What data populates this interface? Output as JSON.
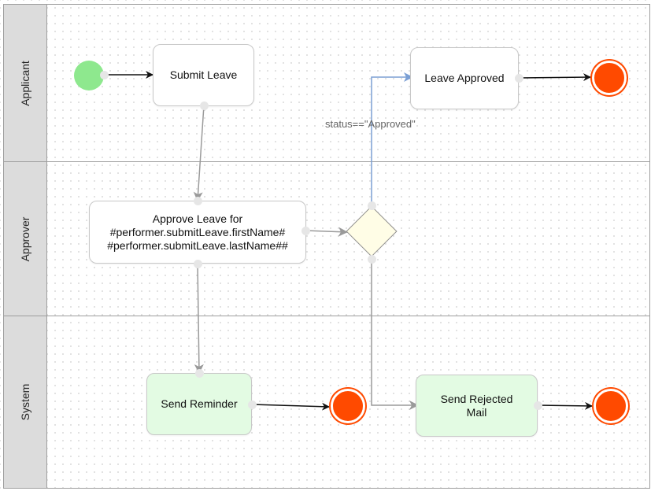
{
  "lanes": [
    {
      "name": "Applicant"
    },
    {
      "name": "Approver"
    },
    {
      "name": "System"
    }
  ],
  "tasks": {
    "submit_leave": "Submit Leave",
    "leave_approved": "Leave Approved",
    "approve_leave": "Approve Leave for\n#performer.submitLeave.firstName#\n#performer.submitLeave.lastName##",
    "send_reminder": "Send Reminder",
    "send_rejected_mail": "Send Rejected\nMail"
  },
  "edge_labels": {
    "approved_condition": "status==\"Approved\""
  },
  "colors": {
    "start_event": "#8ee88e",
    "end_event": "#ff4a00",
    "gateway_fill": "#fffde6",
    "approved_flow": "#7b9fd4",
    "green_task": "#e3fbe3"
  }
}
